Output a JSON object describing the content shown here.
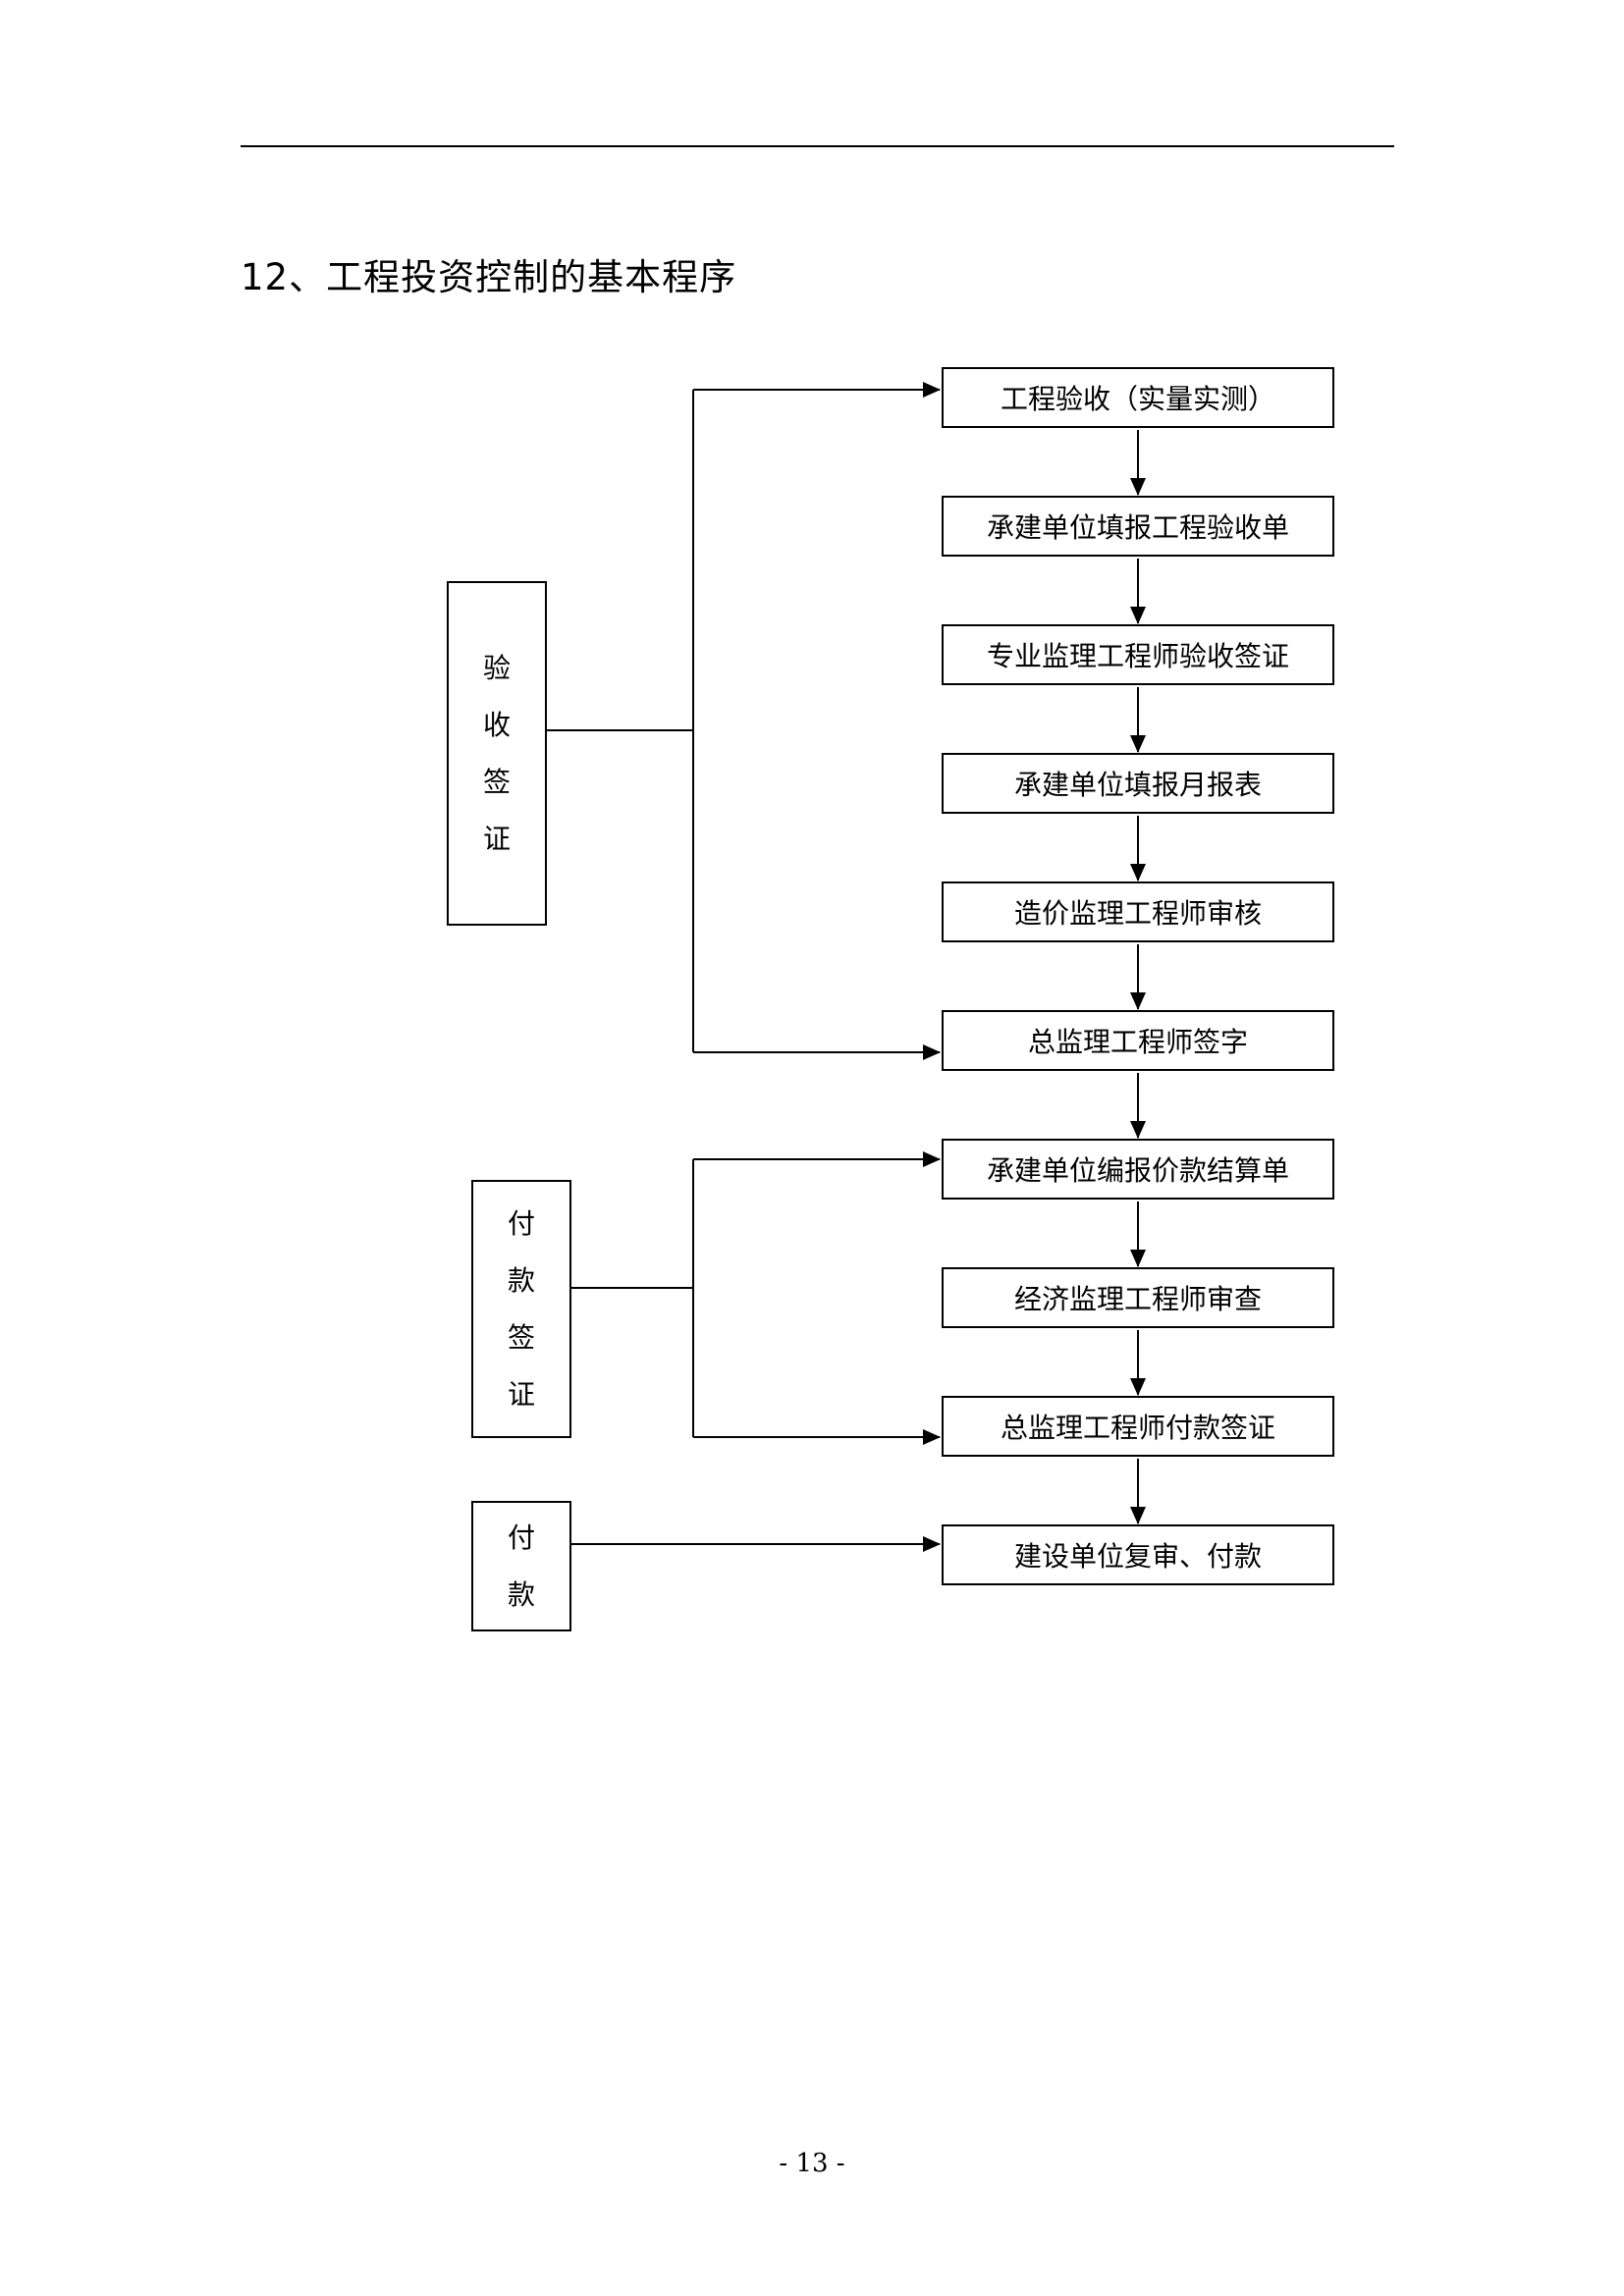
{
  "section": {
    "title": "12、工程投资控制的基本程序"
  },
  "flow": {
    "steps": [
      "工程验收（实量实测）",
      "承建单位填报工程验收单",
      "专业监理工程师验收签证",
      "承建单位填报月报表",
      "造价监理工程师审核",
      "总监理工程师签字",
      "承建单位编报价款结算单",
      "经济监理工程师审查",
      "总监理工程师付款签证",
      "建设单位复审、付款"
    ],
    "groups": [
      {
        "label": [
          "验",
          "收",
          "签",
          "证"
        ]
      },
      {
        "label": [
          "付",
          "款",
          "签",
          "证"
        ]
      },
      {
        "label": [
          "付",
          "款"
        ]
      }
    ]
  },
  "footer": {
    "page_number": "- 13 -"
  }
}
